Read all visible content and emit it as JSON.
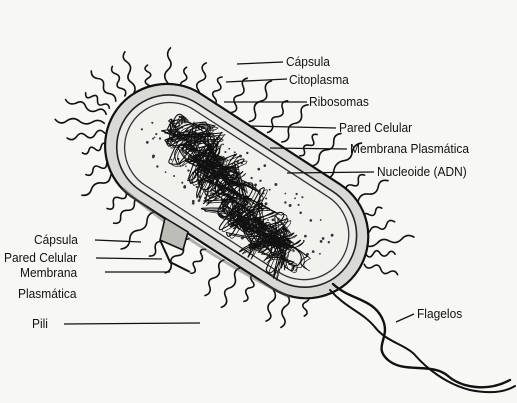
{
  "labels": {
    "right": {
      "capsula": "Cápsula",
      "citoplasma": "Citoplasma",
      "ribosomas": "Ribosomas",
      "pared_celular": "Pared Celular",
      "membrana_plasmatica": "Membrana Plasmática",
      "nucleoide": "Nucleoide (ADN)"
    },
    "left": {
      "capsula": "Cápsula",
      "pared_celular": "Pared Celular",
      "membrana_line1": "Membrana",
      "membrana_line2": "Plasmática",
      "pili": "Pili"
    },
    "flagelos": "Flagelos"
  },
  "colors": {
    "ink": "#111111",
    "background": "#f7f7f5",
    "capsule_fill": "#d9d9d6",
    "cytoplasm_fill": "#f1f1ee"
  }
}
